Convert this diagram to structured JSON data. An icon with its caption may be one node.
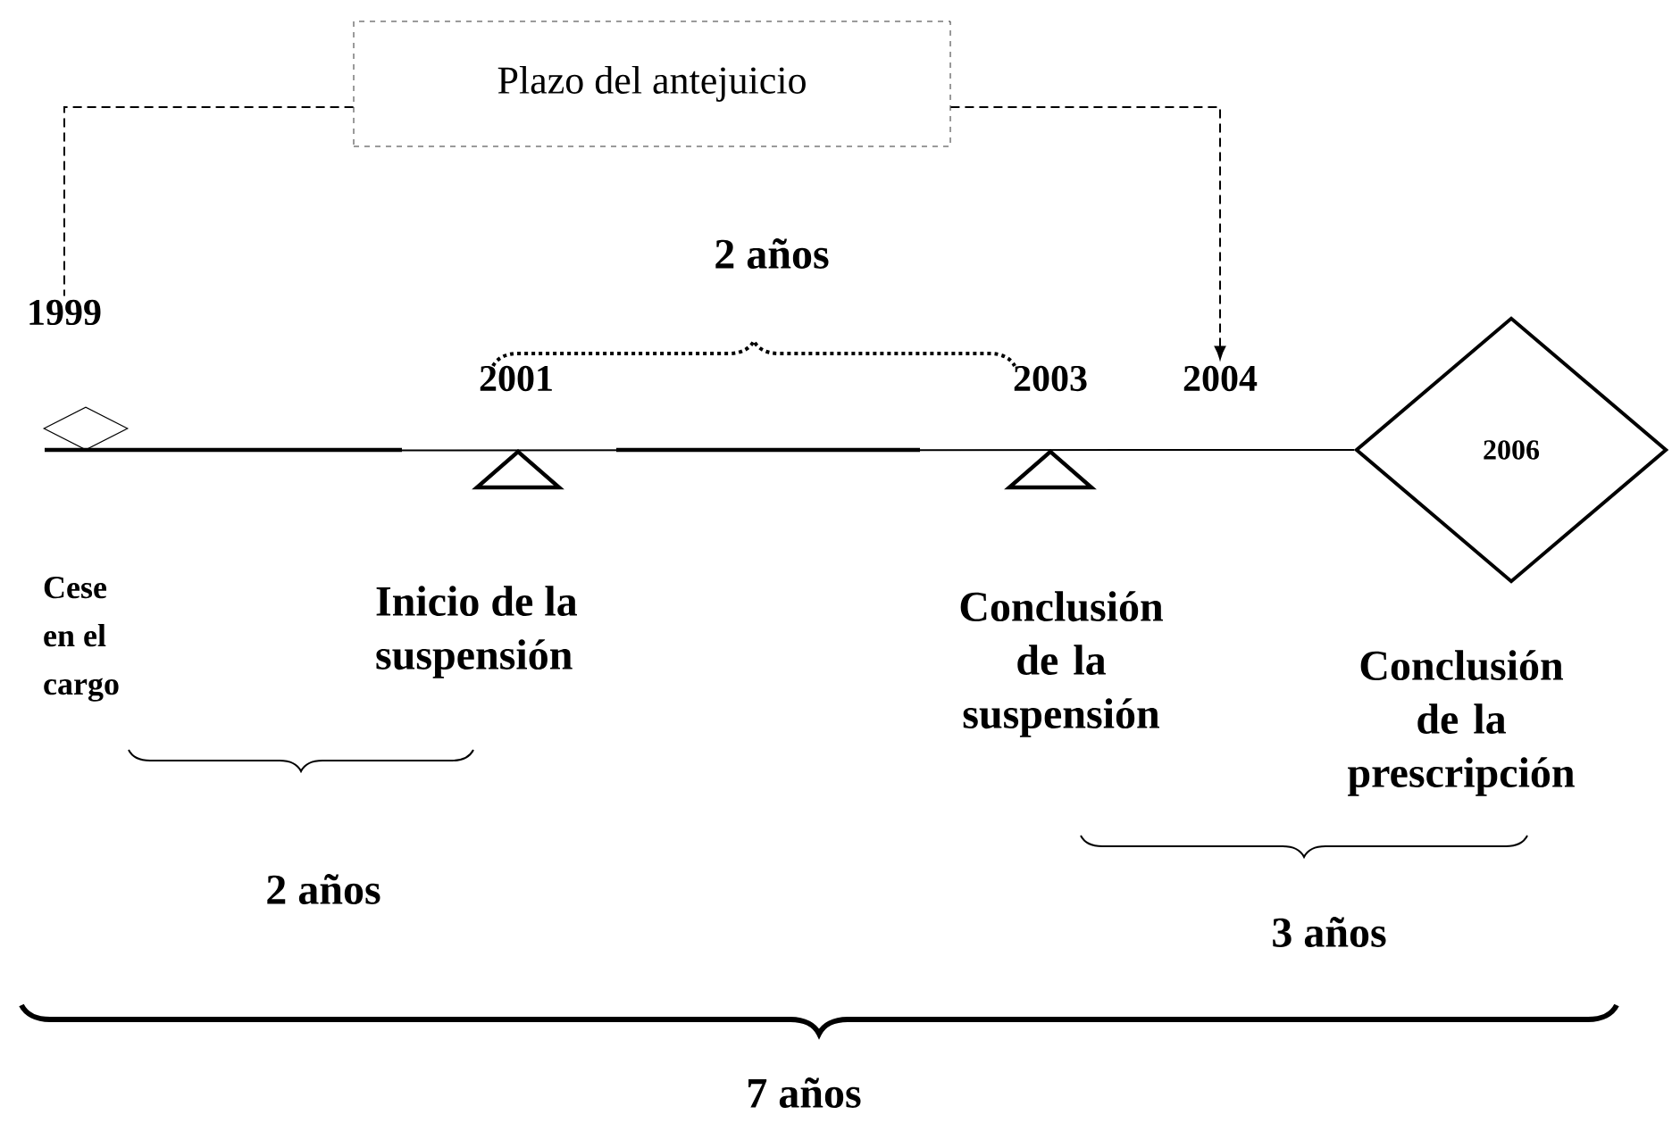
{
  "diagram": {
    "nodes": [
      {
        "text": [
          "Plazo del antejuicio"
        ]
      },
      {
        "text": [
          "1999"
        ]
      },
      {
        "text": [
          "2004"
        ]
      },
      {
        "text": [],
        "shape": "diamond"
      },
      {
        "text": [
          "2006"
        ]
      }
    ],
    "edges": [
      {
        "from": 0,
        "to": 1,
        "arrow": "none",
        "style": "dashed"
      },
      {
        "from": 0,
        "to": 2,
        "arrow": "to",
        "style": "dashed"
      },
      {
        "from": 3,
        "to": 4,
        "arrow": "none"
      }
    ],
    "labels": [
      "2 años",
      "2001",
      "2003",
      "Cese en el cargo",
      "Inicio de la suspensión",
      "Conclusión de la suspensión",
      "Conclusión de la prescripción",
      "2 años",
      "3 años",
      "7 años"
    ]
  }
}
